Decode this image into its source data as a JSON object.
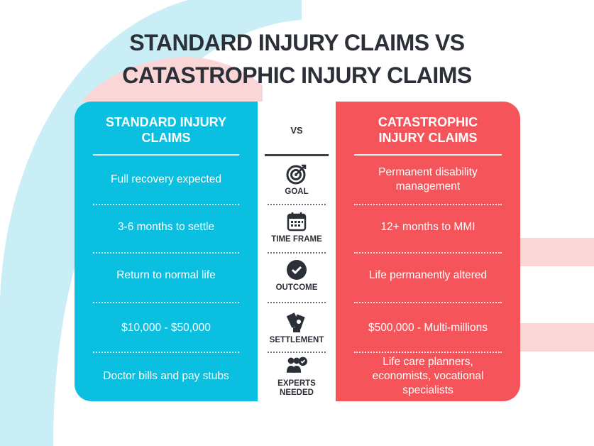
{
  "title": {
    "line1": "STANDARD INJURY CLAIMS VS",
    "line2": "CATASTROPHIC INJURY CLAIMS"
  },
  "headers": {
    "left": "STANDARD INJURY CLAIMS",
    "middle": "VS",
    "right": "CATASTROPHIC INJURY CLAIMS"
  },
  "rows": [
    {
      "category": "GOAL",
      "icon": "target-icon",
      "standard": "Full recovery expected",
      "catastrophic": "Permanent disability management"
    },
    {
      "category": "TIME FRAME",
      "icon": "calendar-icon",
      "standard": "3-6 months to settle",
      "catastrophic": "12+ months to MMI"
    },
    {
      "category": "OUTCOME",
      "icon": "check-circle-icon",
      "standard": "Return to normal life",
      "catastrophic": "Life permanently altered"
    },
    {
      "category": "SETTLEMENT",
      "icon": "money-hand-icon",
      "standard": "$10,000 - $50,000",
      "catastrophic": "$500,000 - Multi-millions"
    },
    {
      "category": "EXPERTS NEEDED",
      "icon": "experts-badge-icon",
      "standard": "Doctor bills and pay stubs",
      "catastrophic": "Life care planners, economists, vocational specialists"
    }
  ],
  "colors": {
    "standard": "#0bbfe0",
    "catastrophic": "#f4545a",
    "text": "#2b2f38"
  }
}
